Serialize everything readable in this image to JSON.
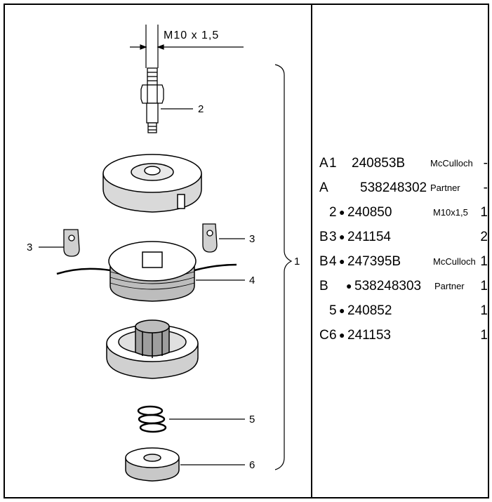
{
  "diagram": {
    "thread_label": "M10 x 1,5",
    "callouts": [
      "1",
      "2",
      "3",
      "3",
      "4",
      "5",
      "6"
    ]
  },
  "parts": [
    {
      "group": "A",
      "num": "1",
      "bullet": "",
      "part": "240853B",
      "note": "McCulloch",
      "qty": "-"
    },
    {
      "group": "A",
      "num": "",
      "bullet": "",
      "part": "538248302",
      "note": "Partner",
      "qty": "-"
    },
    {
      "group": "",
      "num": "2",
      "bullet": "●",
      "part": "240850",
      "note": "M10x1,5",
      "qty": "1"
    },
    {
      "group": "B",
      "num": "3",
      "bullet": "●",
      "part": "241154",
      "note": "",
      "qty": "2"
    },
    {
      "group": "B",
      "num": "4",
      "bullet": "●",
      "part": "247395B",
      "note": "McCulloch",
      "qty": "1"
    },
    {
      "group": "B",
      "num": "",
      "bullet": "●",
      "part": "538248303",
      "note": "Partner",
      "qty": "1"
    },
    {
      "group": "",
      "num": "5",
      "bullet": "●",
      "part": "240852",
      "note": "",
      "qty": "1"
    },
    {
      "group": "C",
      "num": "6",
      "bullet": "●",
      "part": "241153",
      "note": "",
      "qty": "1"
    }
  ]
}
